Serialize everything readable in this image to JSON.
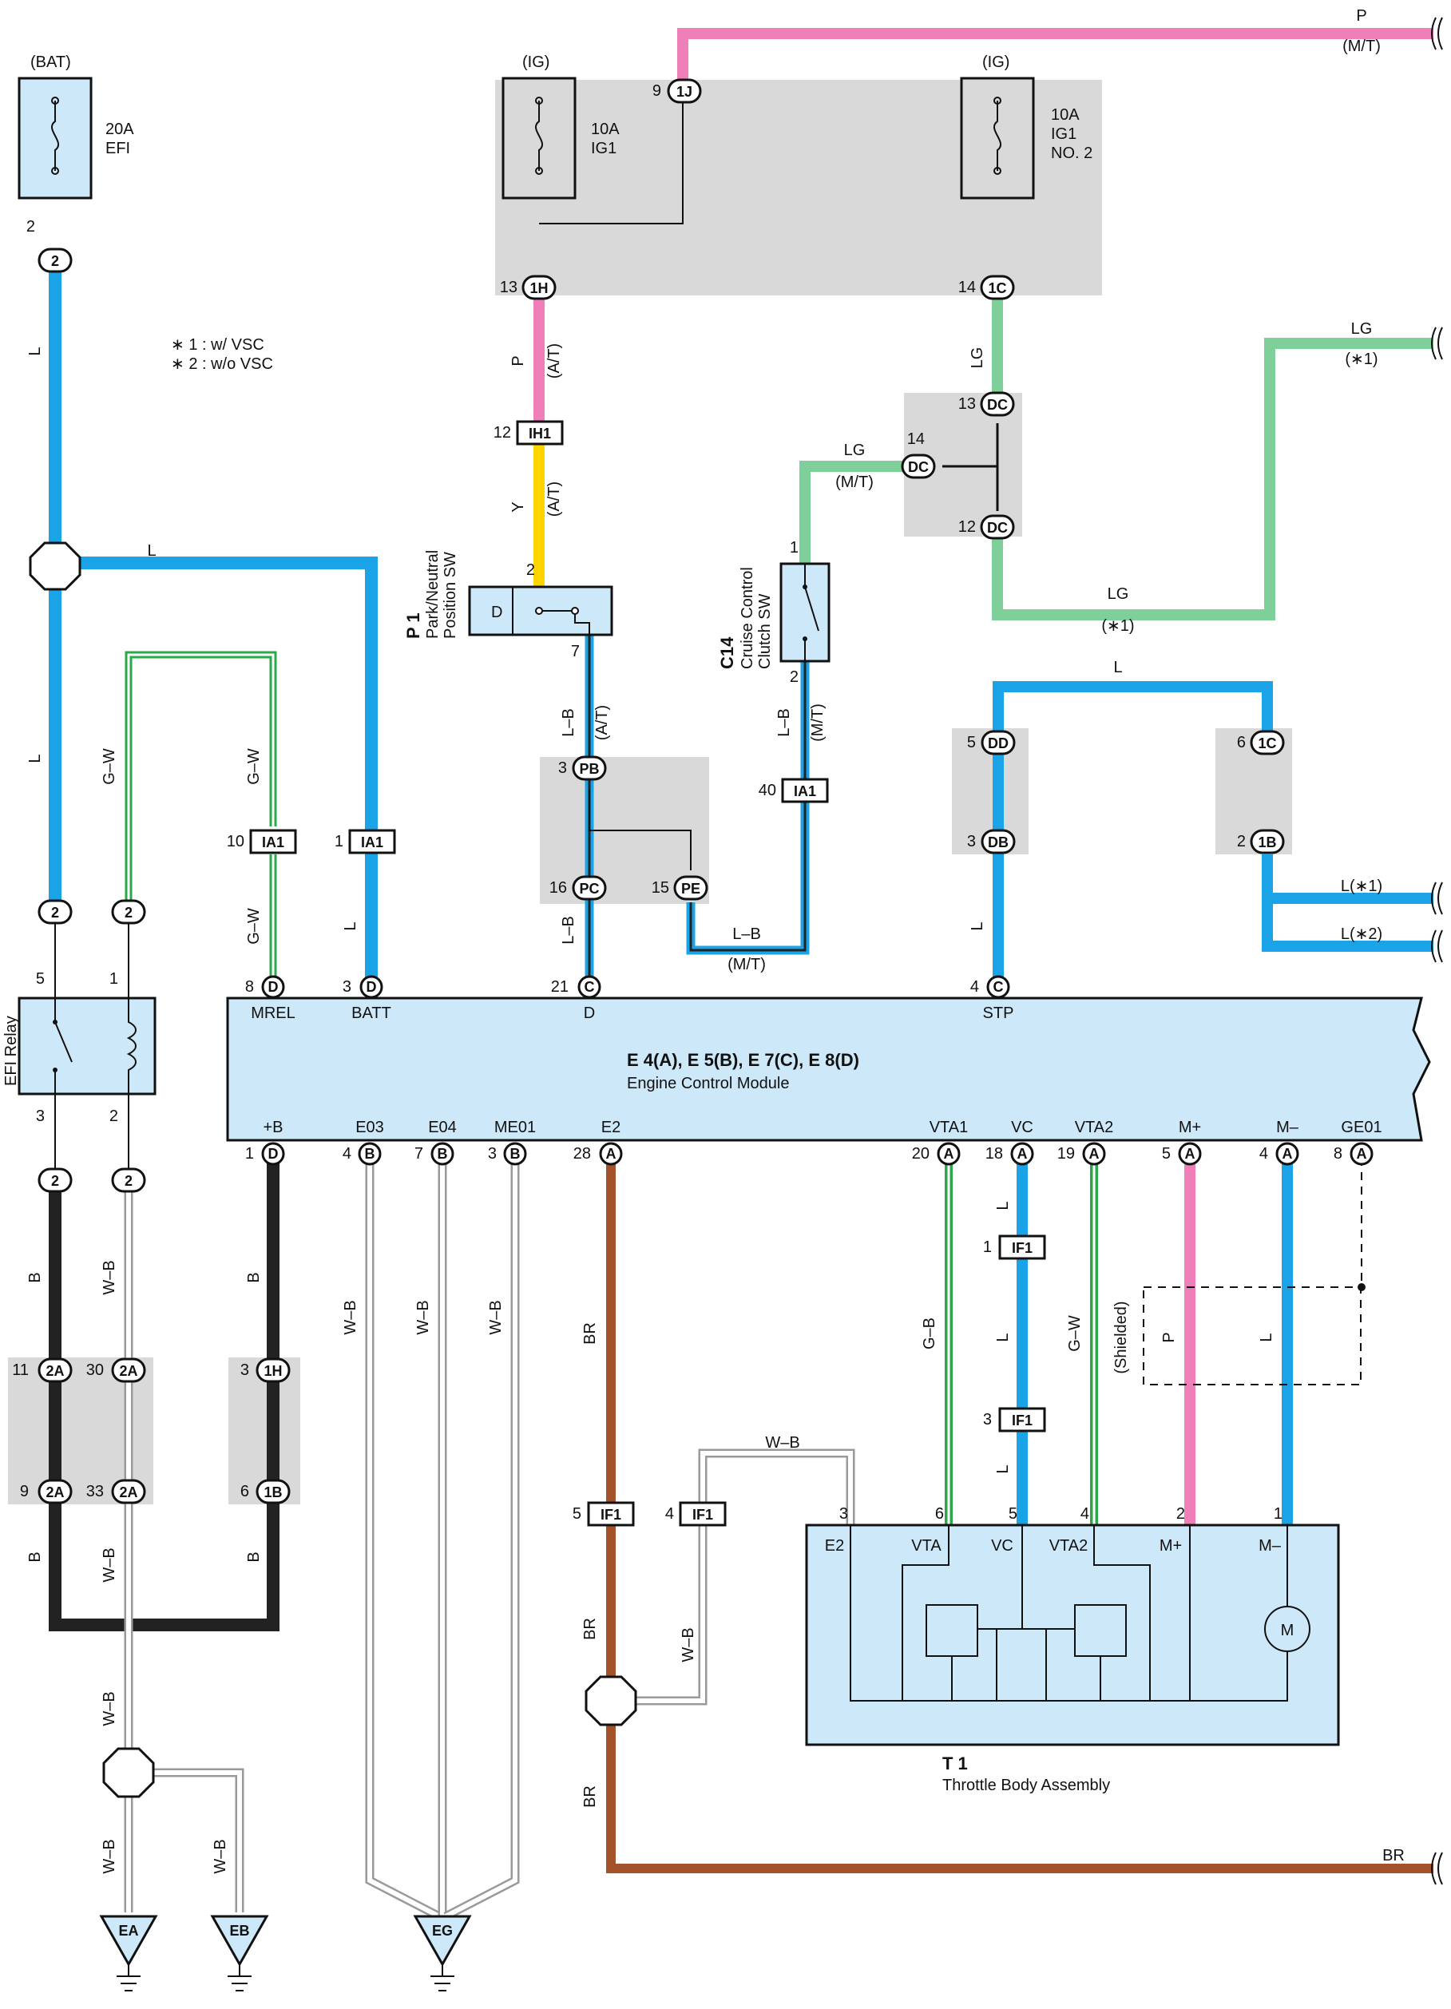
{
  "title": "E 4(A), E 5(B), E 7(C), E 8(D)",
  "ecm": {
    "name": "Engine Control Module",
    "top_pins": [
      "MREL",
      "BATT",
      "D",
      "STP"
    ],
    "bottom_pins": [
      "+B",
      "E03",
      "E04",
      "ME01",
      "E2",
      "VTA1",
      "VC",
      "VTA2",
      "M+",
      "M–",
      "GE01"
    ]
  },
  "notes": [
    "∗ 1 : w/ VSC",
    "∗ 2 : w/o VSC"
  ],
  "power": {
    "bat": "(BAT)",
    "fuse_efi": "20A\nEFI",
    "ig_left": "(IG)",
    "fuse_ig1": "10A\nIG1",
    "ig_right": "(IG)",
    "fuse_ig1_no2": "10A\nIG1\nNO. 2"
  },
  "components": {
    "p1_id": "P 1",
    "p1_name": "Park/Neutral Position SW",
    "c14_id": "C14",
    "c14_name": "Cruise Control Clutch SW",
    "efi_relay": "EFI Relay",
    "t1_id": "T 1",
    "t1_name": "Throttle Body Assembly",
    "shielded": "(Shielded)"
  },
  "wire_colors": {
    "L": "#1aa3e6",
    "P": "#ee7fb8",
    "Y": "#ffd500",
    "LG": "#7fcf9a",
    "B": "#222222",
    "BR": "#a3522a",
    "GW": "#2aa84a",
    "GB": "#2aa84a",
    "WB": "#9a9a9a"
  },
  "grounds": [
    "EA",
    "EB",
    "EG"
  ],
  "right_edge_labels": [
    "P",
    "(M/T)",
    "LG",
    "(∗1)",
    "L(∗1)",
    "L(∗2)",
    "BR"
  ]
}
